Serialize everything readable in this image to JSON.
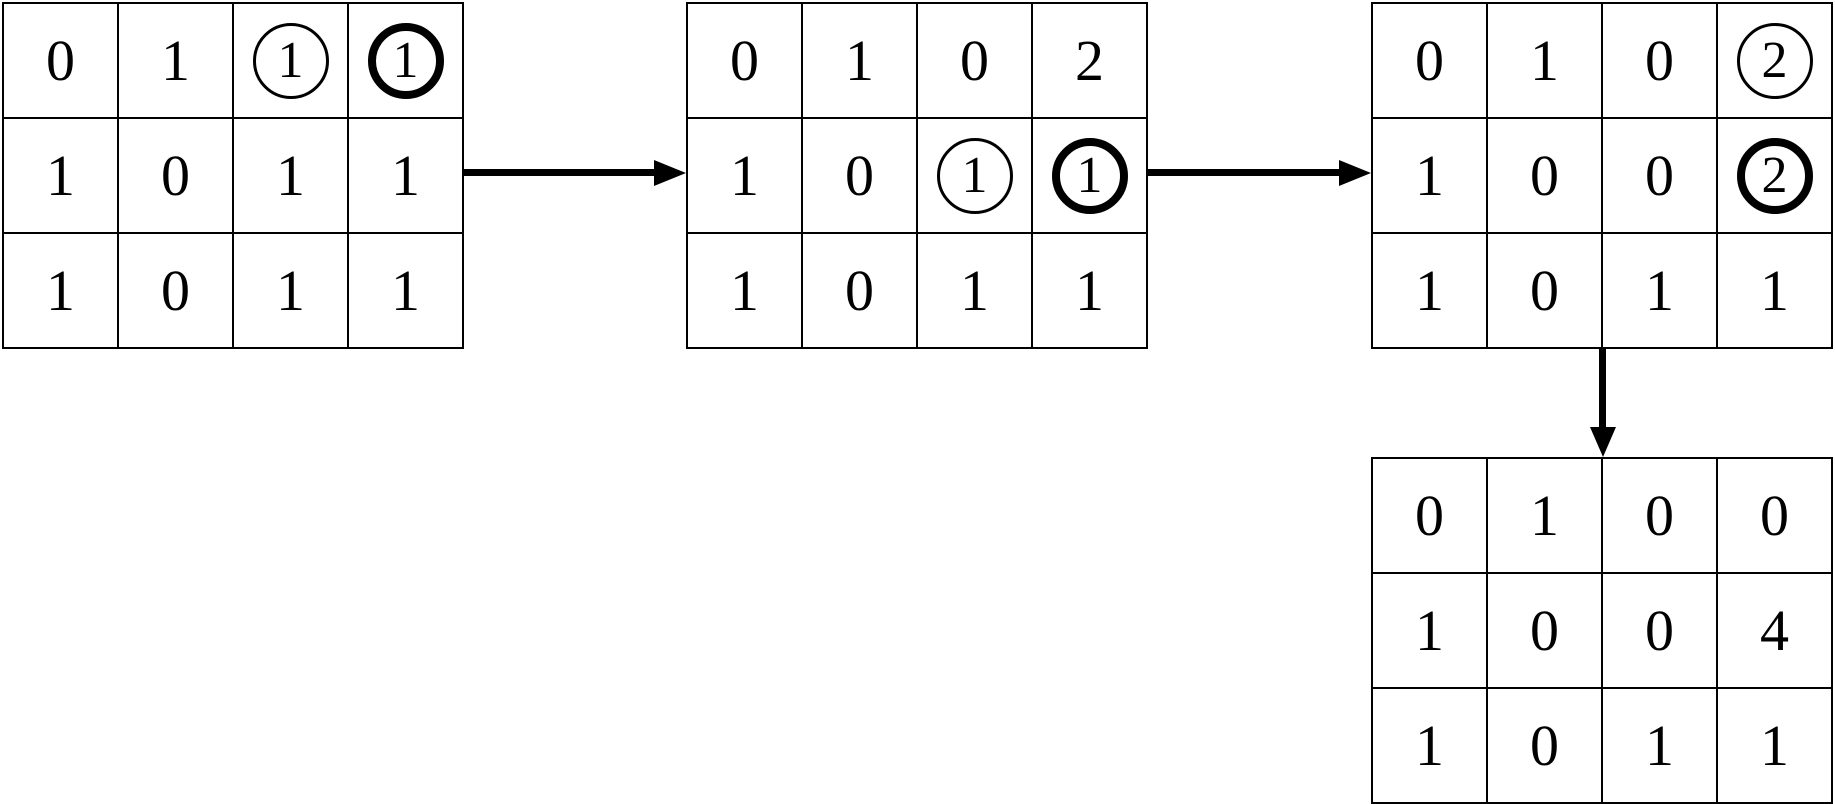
{
  "page": {
    "background_color": "#ffffff",
    "stroke_color": "#000000",
    "text_color": "#000000"
  },
  "grids": [
    {
      "name": "matrix-step-1",
      "rows": [
        [
          {
            "value": "0"
          },
          {
            "value": "1"
          },
          {
            "value": "1",
            "circle": "thin"
          },
          {
            "value": "1",
            "circle": "bold"
          }
        ],
        [
          {
            "value": "1"
          },
          {
            "value": "0"
          },
          {
            "value": "1"
          },
          {
            "value": "1"
          }
        ],
        [
          {
            "value": "1"
          },
          {
            "value": "0"
          },
          {
            "value": "1"
          },
          {
            "value": "1"
          }
        ]
      ]
    },
    {
      "name": "matrix-step-2",
      "rows": [
        [
          {
            "value": "0"
          },
          {
            "value": "1"
          },
          {
            "value": "0"
          },
          {
            "value": "2"
          }
        ],
        [
          {
            "value": "1"
          },
          {
            "value": "0"
          },
          {
            "value": "1",
            "circle": "thin"
          },
          {
            "value": "1",
            "circle": "bold"
          }
        ],
        [
          {
            "value": "1"
          },
          {
            "value": "0"
          },
          {
            "value": "1"
          },
          {
            "value": "1"
          }
        ]
      ]
    },
    {
      "name": "matrix-step-3",
      "rows": [
        [
          {
            "value": "0"
          },
          {
            "value": "1"
          },
          {
            "value": "0"
          },
          {
            "value": "2",
            "circle": "thin"
          }
        ],
        [
          {
            "value": "1"
          },
          {
            "value": "0"
          },
          {
            "value": "0"
          },
          {
            "value": "2",
            "circle": "bold"
          }
        ],
        [
          {
            "value": "1"
          },
          {
            "value": "0"
          },
          {
            "value": "1"
          },
          {
            "value": "1"
          }
        ]
      ]
    },
    {
      "name": "matrix-step-4",
      "rows": [
        [
          {
            "value": "0"
          },
          {
            "value": "1"
          },
          {
            "value": "0"
          },
          {
            "value": "0"
          }
        ],
        [
          {
            "value": "1"
          },
          {
            "value": "0"
          },
          {
            "value": "0"
          },
          {
            "value": "4"
          }
        ],
        [
          {
            "value": "1"
          },
          {
            "value": "0"
          },
          {
            "value": "1"
          },
          {
            "value": "1"
          }
        ]
      ]
    }
  ],
  "arrows": [
    {
      "name": "arrow-step1-to-step2",
      "direction": "right"
    },
    {
      "name": "arrow-step2-to-step3",
      "direction": "right"
    },
    {
      "name": "arrow-step3-to-step4",
      "direction": "down"
    }
  ]
}
